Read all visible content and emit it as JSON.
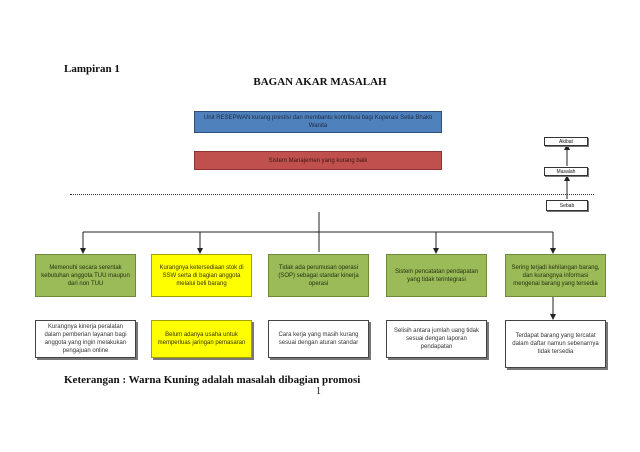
{
  "header": {
    "attachment_label": "Lampiran 1",
    "title": "BAGAN AKAR MASALAH"
  },
  "top_boxes": {
    "effect_main": "Unit RESEPWAN kurang prestisi dan membantu kontribusi bagi Koperasi Setia Bhakti Wanita",
    "root_system": "Sistem Manajemen yang kurang baik"
  },
  "legend": {
    "akibat": "Akibat",
    "masalah": "Masalah",
    "sebab": "Sebab"
  },
  "causes": [
    "Memenuhi secara serentak kebutuhan anggota TUU maupun dari non TUU",
    "Kurangnya ketersediaan stok di SSW serta di bagian anggota melalui beli barang",
    "Tidak ada perumusan operasi (SOP) sebagai standar kinerja operasi",
    "Sistem pencatatan pendapatan yang tidak terintegrasi",
    "Sering terjadi kehilangan barang, dan kurangnya informasi mengenai barang yang tersedia"
  ],
  "effects": [
    "Kurangnya kinerja peralatan dalam pemberian layanan bagi anggota yang ingin melakukan pengajuan online",
    "Belum adanya usaha untuk memperluas jaringan pemasaran",
    "Cara kerja yang masih kurang sesuai dengan aturan standar",
    "Selisih antara jumlah uang tidak sesuai dengan laporan pendapatan",
    "Terdapat barang yang tercatat dalam daftar namun sebenarnya tidak tersedia"
  ],
  "footer": {
    "note": "Keterangan : Warna Kuning adalah masalah dibagian promosi",
    "page_number": "1"
  },
  "colors": {
    "blue": "#4f81bd",
    "red": "#c0504d",
    "green": "#9bbb59",
    "yellow": "#ffff00"
  }
}
